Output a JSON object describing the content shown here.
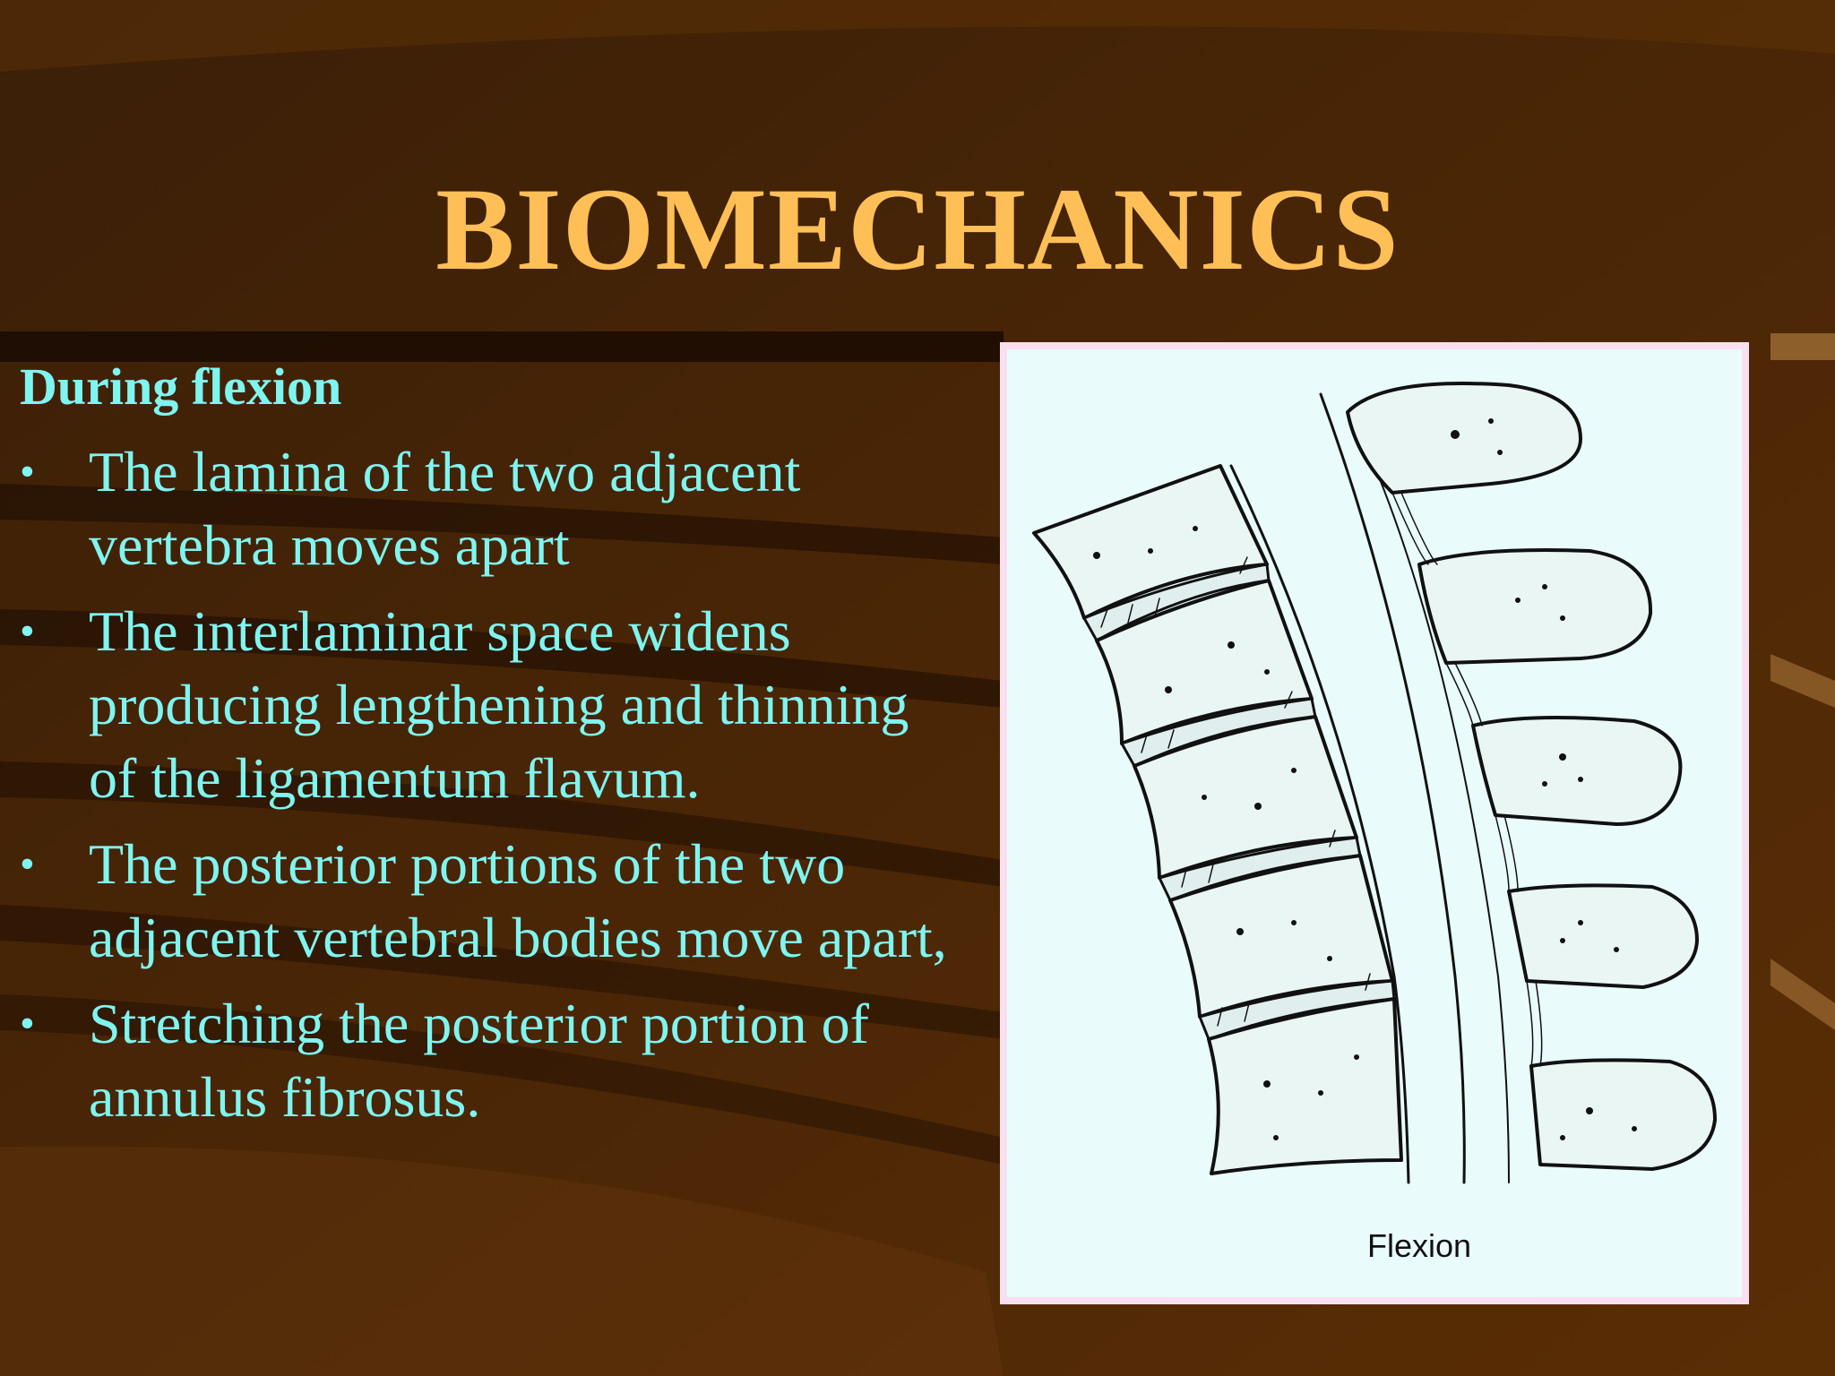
{
  "slide": {
    "title": "BIOMECHANICS",
    "subtitle": "During flexion",
    "bullets": [
      "The lamina of the two adjacent vertebra moves apart",
      "The interlaminar space widens producing lengthening and thinning of the ligamentum flavum.",
      "The posterior portions of the two adjacent vertebral bodies move apart,",
      "Stretching the posterior portion of annulus fibrosus."
    ],
    "bullet_symbol": "•"
  },
  "figure": {
    "caption": "Flexion"
  },
  "colors": {
    "title": "#ffbf57",
    "body_text": "#7ff5f0",
    "background": "#3a1d06",
    "figure_border": "#fadff0",
    "figure_fill": "#e9fbfb"
  }
}
